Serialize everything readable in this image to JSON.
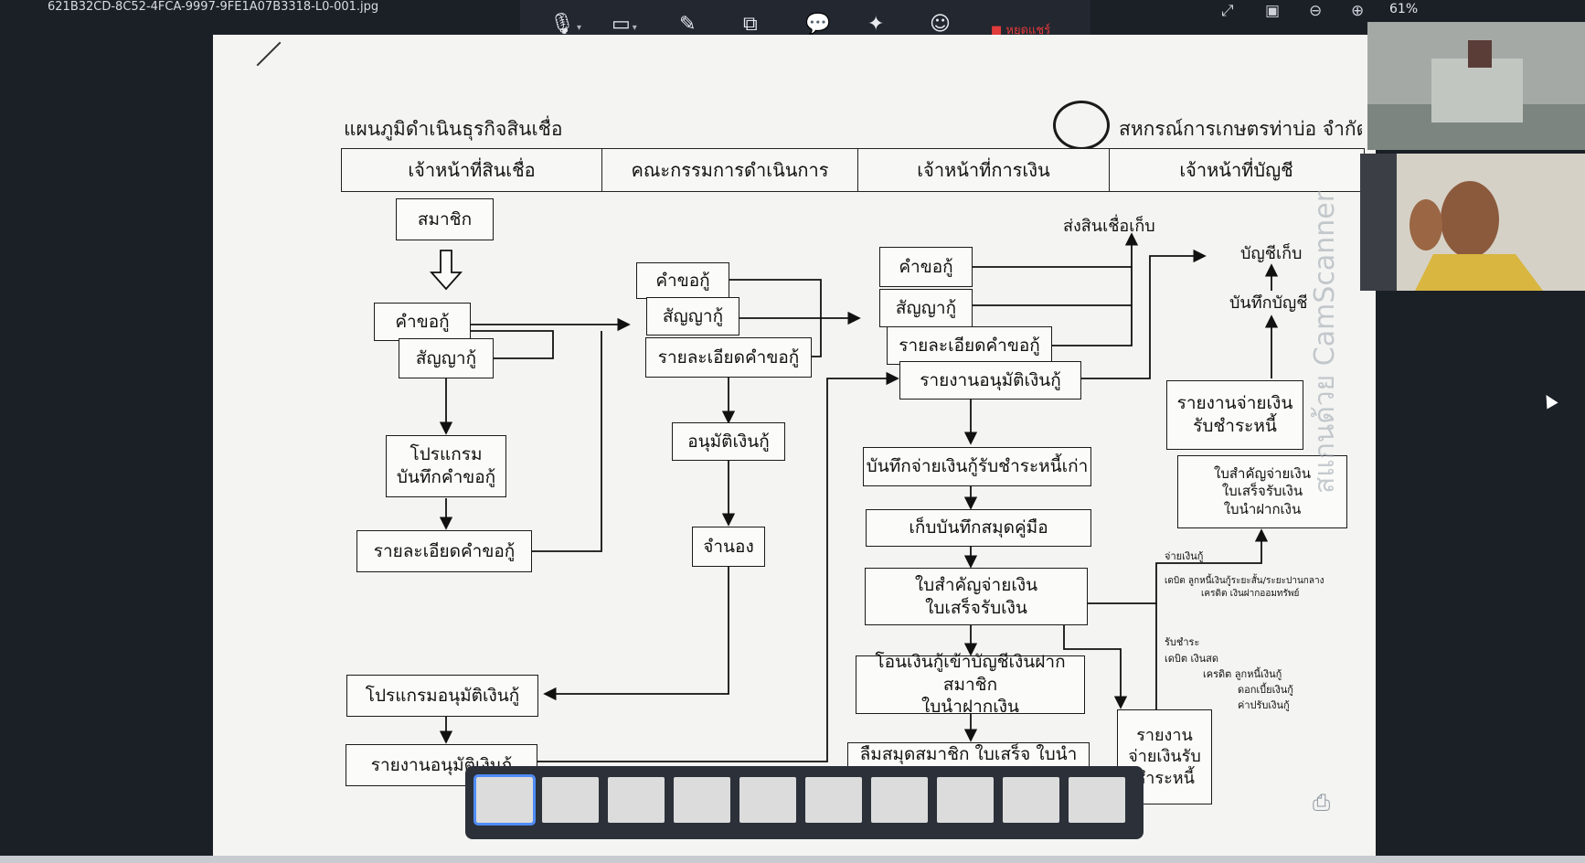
{
  "window": {
    "filename": "621B32CD-8C52-4FCA-9997-9FE1A07B3318-L0-001.jpg"
  },
  "toolbar": {
    "stop_share_label": "หยุดแชร์",
    "zoom_level": "61%",
    "icons": [
      "mic-icon",
      "camera-icon",
      "pen-icon",
      "share-screen-icon",
      "chat-icon",
      "sparkle-icon",
      "emoji-icon"
    ]
  },
  "slide": {
    "title": "แผนภูมิดำเนินธุรกิจสินเชื่อ",
    "org_name": "สหกรณ์การเกษตรท่าบ่อ จำกัด",
    "columns": [
      "เจ้าหน้าที่สินเชื่อ",
      "คณะกรรมการดำเนินการ",
      "เจ้าหน้าที่การเงิน",
      "เจ้าหน้าที่บัญชี"
    ],
    "credit": {
      "member": "สมาชิก",
      "loan_request": "คำขอกู้",
      "loan_contract": "สัญญากู้",
      "program_line1": "โปรแกรม",
      "program_line2": "บันทึกคำขอกู้",
      "request_detail": "รายละเอียดคำขอกู้",
      "approve_program": "โปรแกรมอนุมัติเงินกู้",
      "approve_report": "รายงานอนุมัติเงินกู้"
    },
    "committee": {
      "loan_request": "คำขอกู้",
      "loan_contract": "สัญญากู้",
      "request_detail": "รายละเอียดคำขอกู้",
      "approve": "อนุมัติเงินกู้",
      "mortgage": "จำนอง"
    },
    "finance": {
      "send_credit": "ส่งสินเชื่อเก็บ",
      "loan_request": "คำขอกู้",
      "loan_contract": "สัญญากู้",
      "request_detail": "รายละเอียดคำขอกู้",
      "approve_report": "รายงานอนุมัติเงินกู้",
      "record_payment": "บันทึกจ่ายเงินกู้รับชำระหนี้เก่า",
      "keep_manual": "เก็บบันทึกสมุดคู่มือ",
      "voucher_line1": "ใบสำคัญจ่ายเงิน",
      "voucher_line2": "ใบเสร็จรับเงิน",
      "transfer_line1": "โอนเงินกู้เข้าบัญชีเงินฝากสมาชิก",
      "transfer_line2": "ใบนำฝากเงิน",
      "bottom_cut": "ลืมสมุดสมาชิก ใบเสร็จ ใบนำฝาก"
    },
    "accounting": {
      "account_keep": "บัญชีเก็บ",
      "account_record": "บันทึกบัญชี",
      "pay_report_line1": "รายงานจ่ายเงิน",
      "pay_report_line2": "รับชำระหนี้",
      "docs_line1": "ใบสำคัญจ่ายเงิน",
      "docs_line2": "ใบเสร็จรับเงิน",
      "docs_line3": "ใบนำฝากเงิน",
      "note_pay": "จ่ายเงินกู้",
      "note_debit1": "เดบิต ลูกหนี้เงินกู้ระยะสั้น/ระยะปานกลาง",
      "note_credit1": "เครดิต เงินฝากออมทรัพย์",
      "note_receive": "รับชำระ",
      "note_debit2": "เดบิต เงินสด",
      "note_credit2": "เครดิต ลูกหนี้เงินกู้",
      "note_interest": "ดอกเบี้ยเงินกู้",
      "note_fine": "ค่าปรับเงินกู้",
      "report_line1": "รายงาน",
      "report_line2": "จ่ายเงินรับ",
      "report_line3": "ชำระหนี้"
    },
    "watermark": "สแกนด้วย CamScanner"
  },
  "filmstrip": {
    "count": 10,
    "active_index": 0
  }
}
